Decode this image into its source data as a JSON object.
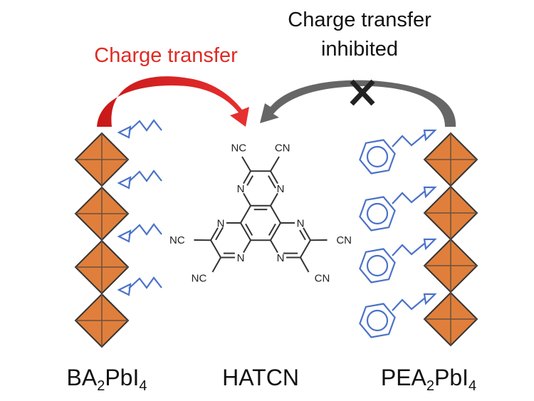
{
  "titles": {
    "left": "Charge transfer",
    "right_line1": "Charge transfer",
    "right_line2": "inhibited"
  },
  "labels": {
    "left": {
      "a": "BA",
      "sub1": "2",
      "b": "PbI",
      "sub2": "4"
    },
    "center": "HATCN",
    "right": {
      "a": "PEA",
      "sub1": "2",
      "b": "PbI",
      "sub2": "4"
    }
  },
  "molecule": {
    "nitrile_left": "NC",
    "nitrile_right": "CN",
    "nitrogen": "N"
  },
  "colors": {
    "octahedron": "#e07f3b",
    "ligand": "#4a72c8",
    "arrow_red": "#d42020",
    "arrow_gray": "#666666",
    "title_red": "#e02a23"
  }
}
